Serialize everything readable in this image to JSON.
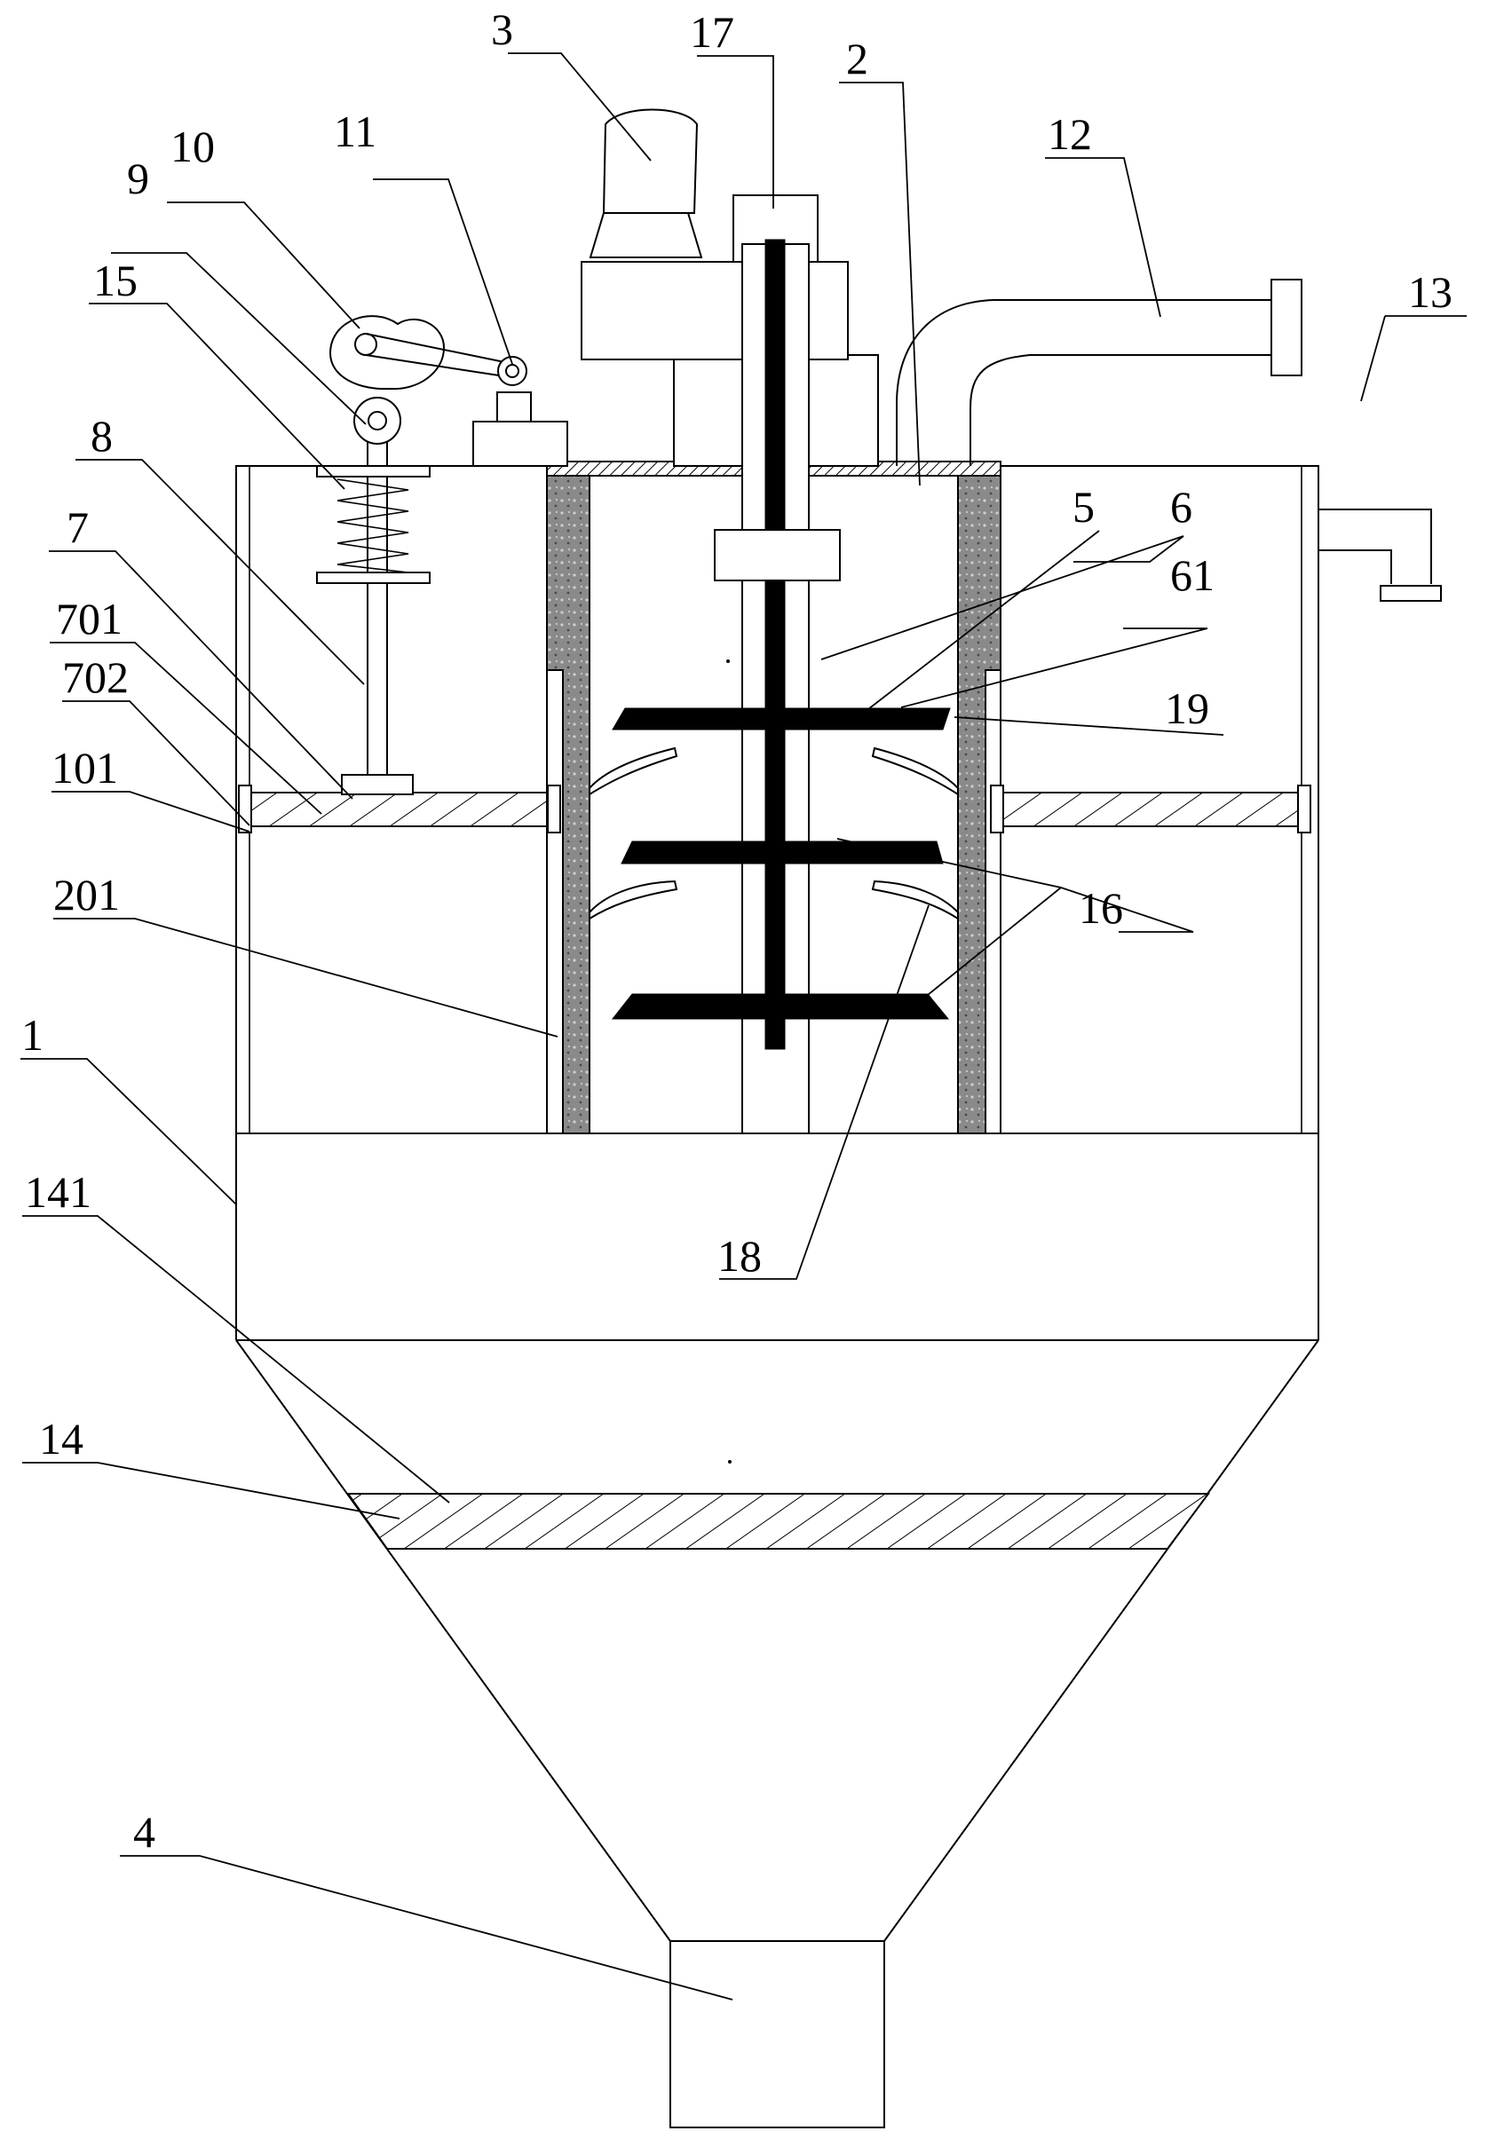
{
  "labels": {
    "l1": "1",
    "l2": "2",
    "l3": "3",
    "l4": "4",
    "l5": "5",
    "l6": "6",
    "l61": "61",
    "l7": "7",
    "l701": "701",
    "l702": "702",
    "l8": "8",
    "l9": "9",
    "l10": "10",
    "l11": "11",
    "l12": "12",
    "l13": "13",
    "l14": "14",
    "l141": "141",
    "l15": "15",
    "l16": "16",
    "l17": "17",
    "l18": "18",
    "l19": "19",
    "l101": "101",
    "l201": "201"
  }
}
